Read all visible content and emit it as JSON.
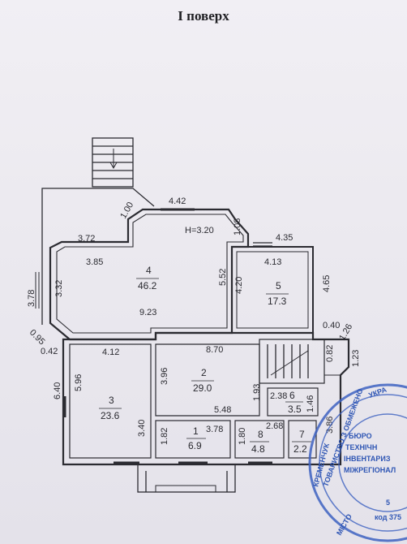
{
  "title": "I поверх",
  "dimensions": {
    "d442": "4.42",
    "d100": "1.00",
    "d108": "1.08",
    "d435": "4.35",
    "d372": "3.72",
    "d385": "3.85",
    "h320": "H=3.20",
    "d413": "4.13",
    "d378": "3.78",
    "d332": "3.32",
    "d552": "5.52",
    "d420": "4.20",
    "d465": "4.65",
    "d923": "9.23",
    "d095": "0.95",
    "d040": "0.40",
    "d126": "1.26",
    "d042": "0.42",
    "d412": "4.12",
    "d870": "8.70",
    "d082": "0.82",
    "d123": "1.23",
    "d640": "6.40",
    "d596": "5.96",
    "d396": "3.96",
    "d193": "1.93",
    "d238": "2.38",
    "d146": "1.46",
    "d548": "5.48",
    "d340": "3.40",
    "d182": "1.82",
    "d378b": "3.78",
    "d180": "1.80",
    "d268": "2.68",
    "d386": "3.86"
  },
  "rooms": {
    "r1": {
      "num": "1",
      "area": "6.9"
    },
    "r2": {
      "num": "2",
      "area": "29.0"
    },
    "r3": {
      "num": "3",
      "area": "23.6"
    },
    "r4": {
      "num": "4",
      "area": "46.2"
    },
    "r5": {
      "num": "5",
      "area": "17.3"
    },
    "r6": {
      "num": "6",
      "area": "3.5"
    },
    "r7": {
      "num": "7",
      "area": "2.2"
    },
    "r8": {
      "num": "8",
      "area": "4.8"
    }
  },
  "stamp": {
    "line1": "БЮРО",
    "line2": "ТЕХНІЧН",
    "line3": "ІНВЕНТАРИЗ",
    "line4": "МІЖРЕГІОНАЛ",
    "ring_top": "УКРА",
    "ring_mid": "ТОВАРИСТВО З ОБМЕЖЕНО",
    "ring_left": "КРЕМЕНЧУК",
    "ring_bottom": "МІСТО",
    "code": "код 375",
    "page": "5"
  }
}
